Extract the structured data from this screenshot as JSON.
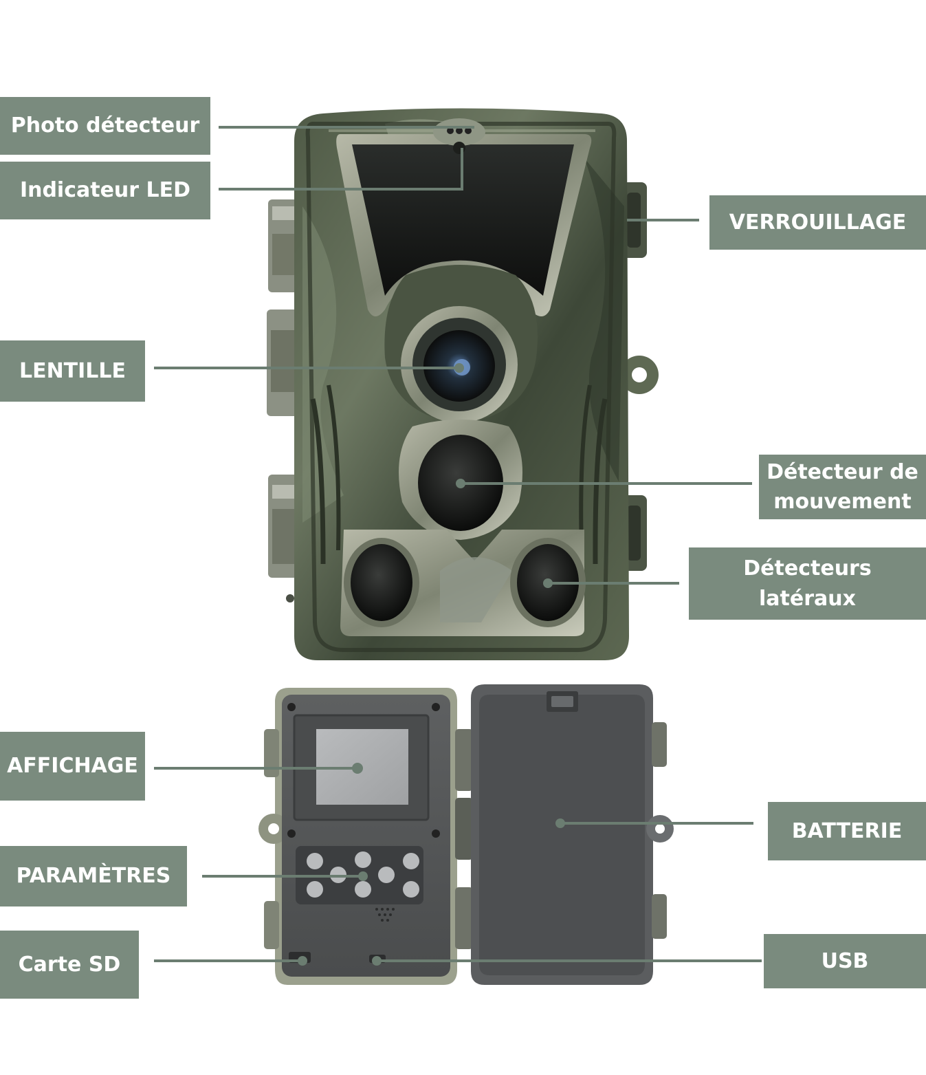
{
  "labels": {
    "photo_detector": "Photo détecteur",
    "led_indicator": "Indicateur LED",
    "lock": "VERROUILLAGE",
    "lens": "LENTILLE",
    "motion_detector": "Détecteur de\nmouvement",
    "side_detectors": "Détecteurs\nlatéraux",
    "display": "AFFICHAGE",
    "battery": "BATTERIE",
    "settings": "PARAMÈTRES",
    "sd_card": "Carte SD",
    "usb": "USB"
  },
  "colors": {
    "label_bg": "#7a8b7e",
    "label_text": "#ffffff",
    "leader_line": "#6b7d71",
    "camo_dark": "#3b4535",
    "camo_mid": "#58644f",
    "camo_light": "#8c967f",
    "panel_gray": "#56585a",
    "background": "#ffffff"
  }
}
